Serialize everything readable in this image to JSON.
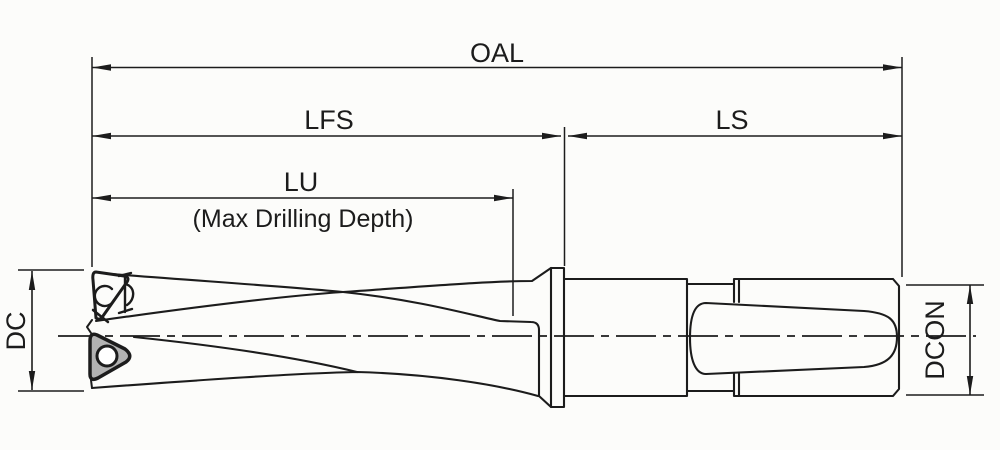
{
  "drawing": {
    "dimensions": {
      "oal": {
        "label": "OAL"
      },
      "lfs": {
        "label": "LFS"
      },
      "ls": {
        "label": "LS"
      },
      "lu": {
        "label": "LU",
        "note": "(Max Drilling Depth)"
      },
      "dc": {
        "label": "DC"
      },
      "dcon": {
        "label": "DCON"
      }
    },
    "colors": {
      "line": "#1c1c1c",
      "insert_fill": "#b3b3b3",
      "hole_fill": "#ffffff",
      "background": "#fcfcfa"
    }
  }
}
